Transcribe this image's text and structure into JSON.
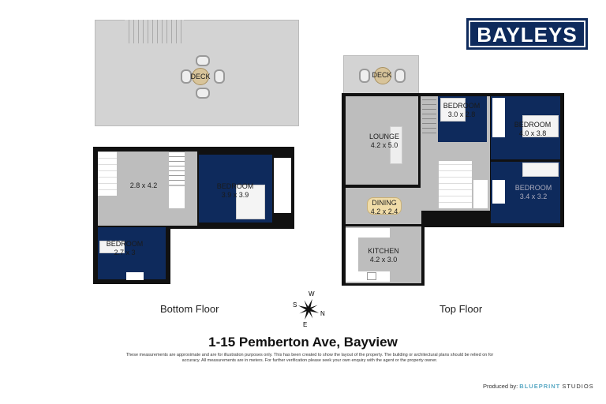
{
  "brand": {
    "logo_text": "BAYLEYS",
    "color": "#0e2a5c"
  },
  "bottom_floor": {
    "name": "Bottom Floor",
    "deck": "DECK",
    "rooms": [
      {
        "label": "",
        "size": "2.8 x 4.2"
      },
      {
        "label": "BEDROOM",
        "size": "3.9 x 3.9"
      },
      {
        "label": "BEDROOM",
        "size": "2.7 x 3"
      }
    ]
  },
  "top_floor": {
    "name": "Top Floor",
    "deck": "DECK",
    "rooms": [
      {
        "label": "LOUNGE",
        "size": "4.2 x 5.0"
      },
      {
        "label": "BEDROOM",
        "size": "3.0 x 2.8"
      },
      {
        "label": "BEDROOM",
        "size": "4.0 x 3.8"
      },
      {
        "label": "BEDROOM",
        "size": "3.4 x 3.2"
      },
      {
        "label": "DINING",
        "size": "4.2 x 2.4"
      },
      {
        "label": "KITCHEN",
        "size": "4.2 x 3.0"
      }
    ]
  },
  "compass": {
    "n": "N",
    "s": "S",
    "e": "E",
    "w": "W"
  },
  "address": "1-15 Pemberton Ave, Bayview",
  "disclaimer": "These measurements are approximate and are for illustration purposes only. This has been created to show the layout of the property. The building or architectural plans should be relied on for accuracy. All measurements are in meters. For further verification please seek your own enquiry with the agent or the property owner.",
  "credit": {
    "prefix": "Produced by:",
    "brand1": "BLUEPRINT",
    "brand2": "STUDIOS",
    "accent": "#5aa9c4"
  },
  "colors": {
    "room_navy": "#0e2a5c",
    "floor_gray": "#bdbdbd",
    "deck_gray": "#d3d3d3"
  }
}
